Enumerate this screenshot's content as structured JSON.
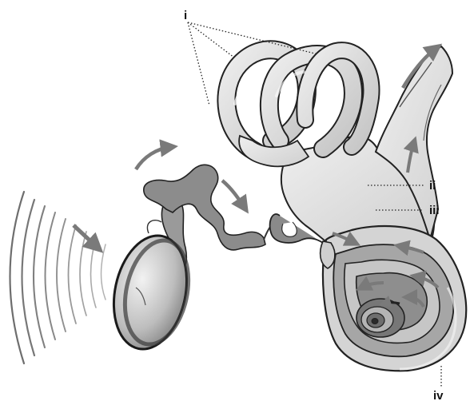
{
  "diagram": {
    "labels": {
      "i": "i",
      "ii": "ii",
      "iii": "iii",
      "iv": "iv"
    },
    "colors": {
      "arrow": "#7a7a7a",
      "tissue_light": "#d9d9d9",
      "tissue_mid": "#a9a9a9",
      "tissue_dark": "#5e5e5e",
      "outline": "#222222"
    }
  }
}
